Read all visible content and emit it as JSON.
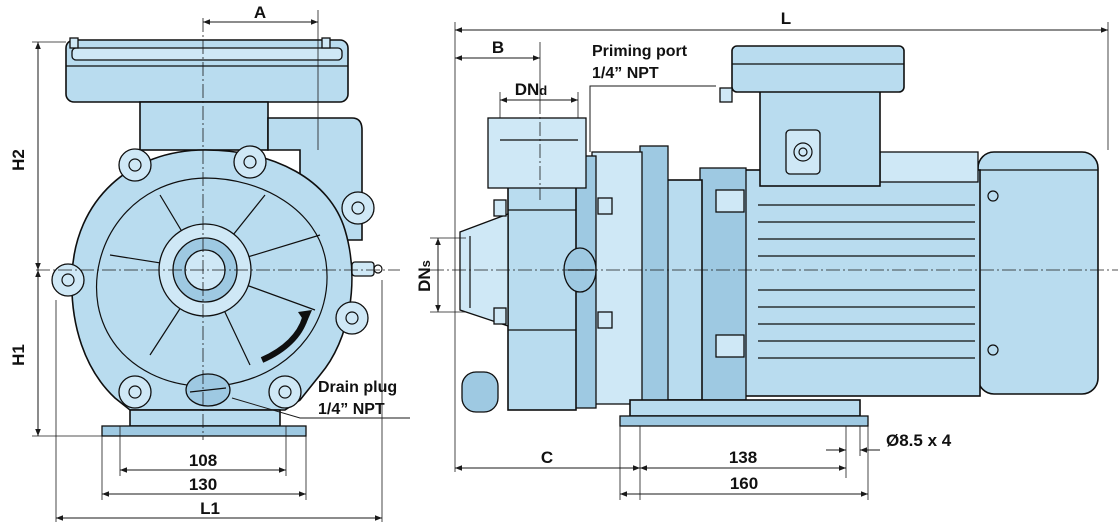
{
  "colors": {
    "part_fill": "#b9dcef",
    "part_fill_light": "#cfe8f6",
    "part_fill_dark": "#9ec9e2",
    "lines": "#0f0f0f"
  },
  "dimensions": {
    "A": "A",
    "B": "B",
    "L": "L",
    "L1": "L1",
    "H1": "H1",
    "H2": "H2",
    "C": "C",
    "DNd_main": "DN",
    "DNd_sub": "d",
    "DNs_main": "DN",
    "DNs_sub": "s",
    "base_inner": "108",
    "base_outer": "130",
    "foot_inner": "138",
    "foot_outer": "160",
    "holes": "Ø8.5 x 4"
  },
  "callouts": {
    "priming_port_line1": "Priming port",
    "priming_port_line2": "1/4” NPT",
    "drain_plug_line1": "Drain plug",
    "drain_plug_line2": "1/4” NPT"
  }
}
